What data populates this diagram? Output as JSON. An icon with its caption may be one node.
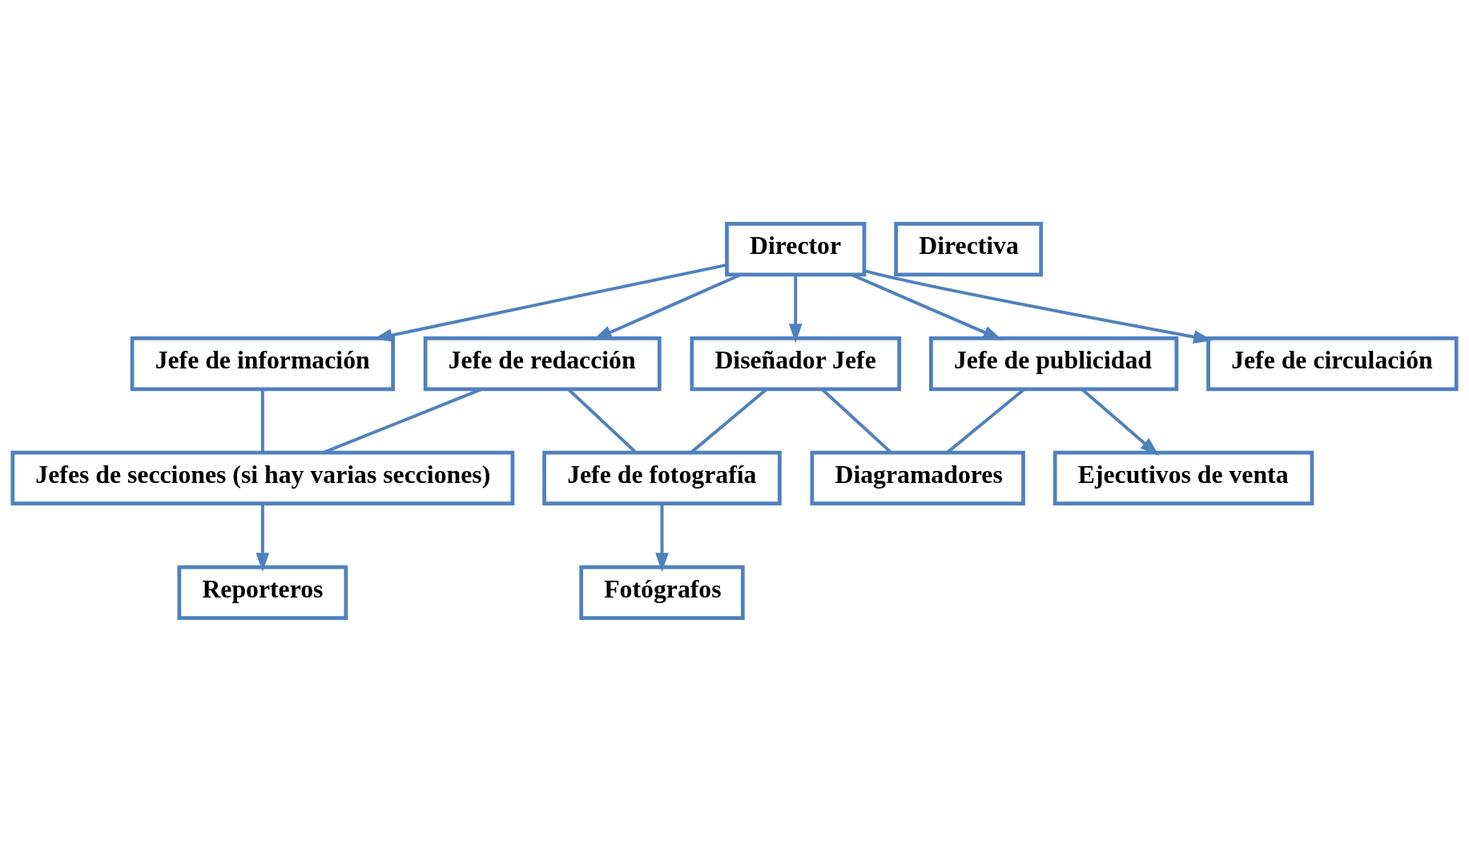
{
  "diagram": {
    "nodes": [
      {
        "text": [
          "Director"
        ]
      },
      {
        "text": [
          "Directiva"
        ]
      },
      {
        "text": [
          "Jefe de información"
        ]
      },
      {
        "text": [
          "Jefe de redacción"
        ]
      },
      {
        "text": [
          "Diseñador Jefe"
        ]
      },
      {
        "text": [
          "Jefe de publicidad"
        ]
      },
      {
        "text": [
          "Jefe de circulación"
        ]
      },
      {
        "text": [
          "Jefes de secciones (si hay varias secciones)"
        ]
      },
      {
        "text": [
          "Jefe de fotografía"
        ]
      },
      {
        "text": [
          "Diagramadores"
        ]
      },
      {
        "text": [
          "Ejecutivos de venta"
        ]
      },
      {
        "text": [
          "Reporteros"
        ]
      },
      {
        "text": [
          "Fotógrafos"
        ]
      }
    ],
    "edges": [
      {
        "from": 0,
        "to": 2,
        "arrow": "to"
      },
      {
        "from": 0,
        "to": 3,
        "arrow": "to"
      },
      {
        "from": 0,
        "to": 4,
        "arrow": "to"
      },
      {
        "from": 0,
        "to": 5,
        "arrow": "to"
      },
      {
        "from": 0,
        "to": 6,
        "arrow": "to"
      },
      {
        "from": 2,
        "to": 7,
        "arrow": "none"
      },
      {
        "from": 3,
        "to": 7,
        "arrow": "none"
      },
      {
        "from": 3,
        "to": 8,
        "arrow": "none"
      },
      {
        "from": 4,
        "to": 8,
        "arrow": "none"
      },
      {
        "from": 4,
        "to": 9,
        "arrow": "none"
      },
      {
        "from": 5,
        "to": 9,
        "arrow": "none"
      },
      {
        "from": 5,
        "to": 10,
        "arrow": "to"
      },
      {
        "from": 7,
        "to": 11,
        "arrow": "to"
      },
      {
        "from": 8,
        "to": 12,
        "arrow": "to"
      }
    ]
  }
}
